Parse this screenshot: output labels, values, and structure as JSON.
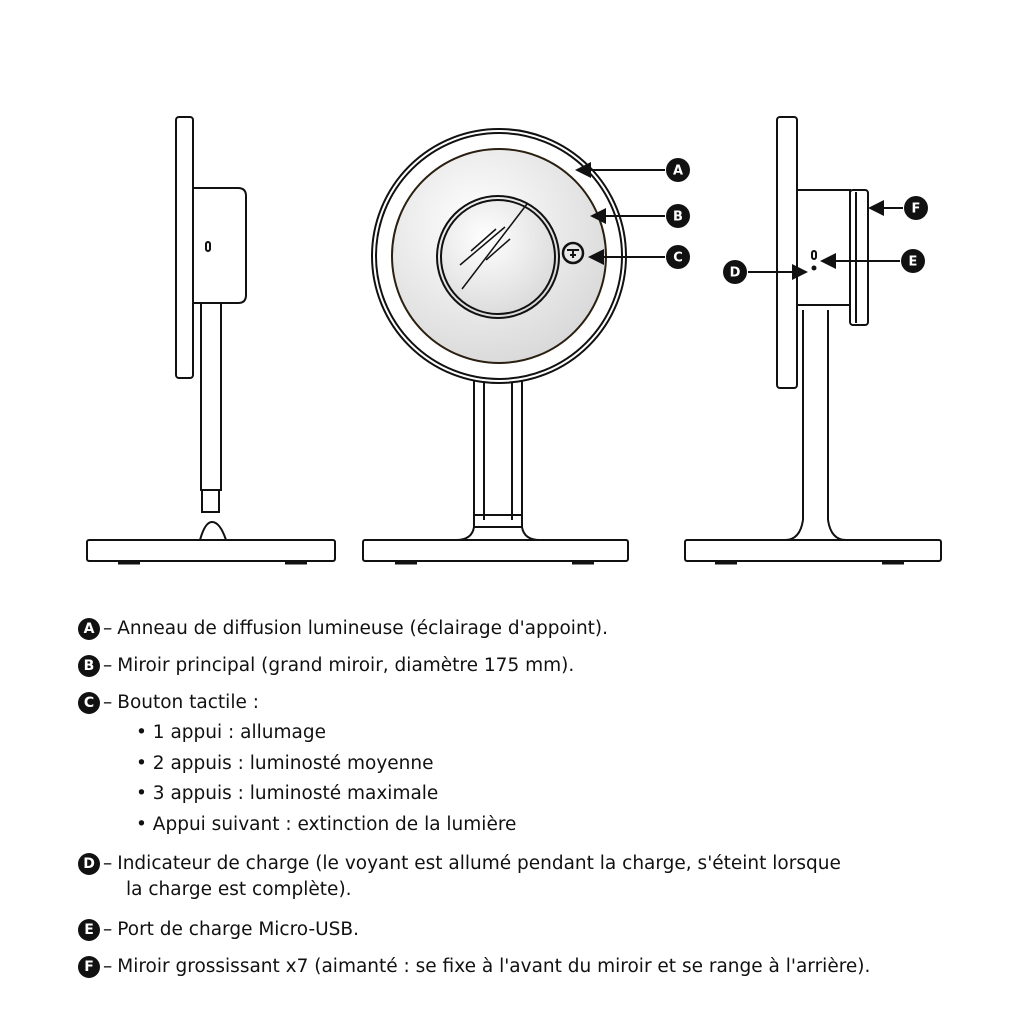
{
  "callouts": [
    "A",
    "B",
    "C",
    "D",
    "E",
    "F"
  ],
  "legend": [
    {
      "letter": "A",
      "text": "Anneau de diffusion lumineuse (éclairage d'appoint)."
    },
    {
      "letter": "B",
      "text": "Miroir principal (grand miroir, diamètre 175 mm)."
    },
    {
      "letter": "C",
      "text": "Bouton tactile :",
      "bullets": [
        "1 appui : allumage",
        "2 appuis : luminosté moyenne",
        "3 appuis : luminosté maximale",
        "Appui suivant : extinction de la lumière"
      ]
    },
    {
      "letter": "D",
      "text": "Indicateur de charge (le voyant est allumé pendant la charge, s'éteint lorsque",
      "text2": "la charge est complète)."
    },
    {
      "letter": "E",
      "text": "Port de charge Micro-USB."
    },
    {
      "letter": "F",
      "text": "Miroir grossissant x7 (aimanté : se fixe à l'avant du miroir et se range à l'arrière)."
    }
  ]
}
